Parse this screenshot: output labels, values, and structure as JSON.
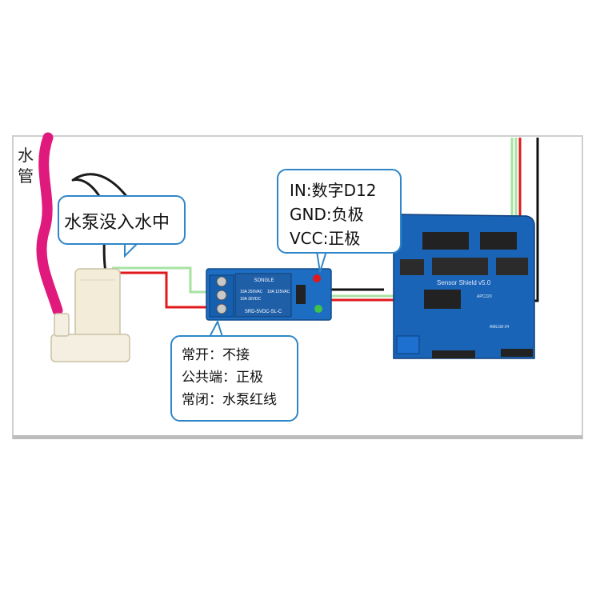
{
  "pipe_label": {
    "chars": [
      "水",
      "管"
    ]
  },
  "callouts": {
    "pump": {
      "lines": [
        "水泵没入水中"
      ]
    },
    "pins": {
      "lines": [
        "IN:数字D12",
        "GND:负极",
        "VCC:正极"
      ]
    },
    "relay": {
      "lines": [
        "常开：不接",
        "公共端：正极",
        "常闭：水泵红线"
      ]
    }
  },
  "relay_module": {
    "brand": "SONGLE",
    "rating_1": "10A 250VAC",
    "rating_2": "10A 30VDC",
    "rating_3": "10A 125VAC",
    "model": "SRD-5VDC-SL-C"
  },
  "shield": {
    "title": "Sensor Shield v5.0",
    "label_2": "APC220",
    "label_3": "AMLG8-24"
  },
  "colors": {
    "frame_border": "#c8c8c8",
    "pipe": "#e0197d",
    "callout_border": "#2f86c8",
    "wire_red": "#e0191c",
    "wire_green": "#a6e3a1",
    "wire_black": "#111111",
    "relay_board": "#1d6ec2",
    "relay_block": "#1f5fa8",
    "shield_board": "#1a64b8",
    "pump_body": "#f2ecd8"
  }
}
